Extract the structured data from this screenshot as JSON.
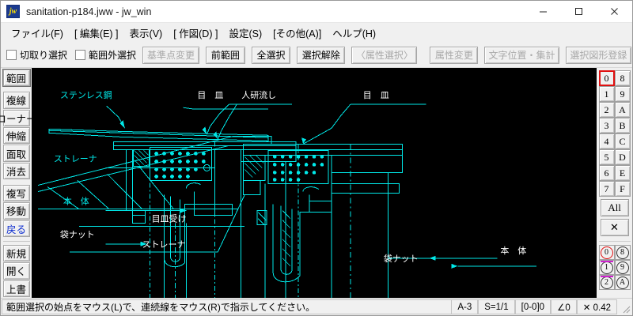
{
  "window": {
    "title": "sanitation-p184.jww - jw_win",
    "icon": "jw",
    "controls": [
      {
        "name": "minimize-button",
        "glyph": "minimize"
      },
      {
        "name": "maximize-button",
        "glyph": "maximize"
      },
      {
        "name": "close-button",
        "glyph": "close"
      }
    ]
  },
  "menubar": {
    "items": [
      {
        "label": "ファイル(F)",
        "key": "F"
      },
      {
        "label": "[ 編集(E) ]",
        "key": "E"
      },
      {
        "label": "表示(V)",
        "key": "V"
      },
      {
        "label": "[ 作図(D) ]",
        "key": "D"
      },
      {
        "label": "設定(S)",
        "key": "S"
      },
      {
        "label": "[その他(A)]",
        "key": "A"
      },
      {
        "label": "ヘルプ(H)",
        "key": "H"
      }
    ]
  },
  "toolbar": {
    "checkboxes": [
      {
        "label": "切取り選択",
        "checked": false
      },
      {
        "label": "範囲外選択",
        "checked": false
      }
    ],
    "buttons": [
      {
        "label": "基準点変更",
        "disabled": true
      },
      {
        "label": "前範囲",
        "disabled": false
      },
      {
        "label": "全選択",
        "disabled": false
      },
      {
        "label": "選択解除",
        "disabled": false
      },
      {
        "label": "〈属性選択〉",
        "disabled": true
      },
      {
        "label": "属性変更",
        "disabled": true
      },
      {
        "label": "文字位置・集計",
        "disabled": true
      },
      {
        "label": "選択図形登録",
        "disabled": true
      }
    ]
  },
  "left_sidebar": {
    "groups": [
      [
        "範囲"
      ],
      [
        "複線",
        "コーナー",
        "伸縮",
        "面取",
        "消去"
      ],
      [
        "複写",
        "移動",
        "戻る"
      ],
      [
        "新規",
        "開く",
        "上書"
      ]
    ],
    "selected": "範囲",
    "accent_label": "戻る"
  },
  "right_sidebar": {
    "layer_rows": [
      [
        "0",
        "8"
      ],
      [
        "1",
        "9"
      ],
      [
        "2",
        "A"
      ],
      [
        "3",
        "B"
      ],
      [
        "4",
        "C"
      ],
      [
        "5",
        "D"
      ],
      [
        "6",
        "E"
      ],
      [
        "7",
        "F"
      ]
    ],
    "active_layer": "0",
    "all_label": "All",
    "close_label": "✕",
    "group_rows": [
      [
        "0",
        "8"
      ],
      [
        "1",
        "9"
      ],
      [
        "2",
        "A"
      ]
    ],
    "active_group": "0"
  },
  "canvas": {
    "background": "#000000",
    "line_color": "#00e8e8",
    "text_color_white": "#ffffff",
    "labels_left": [
      {
        "text": "ステンレス鋼",
        "color": "#00e8e8"
      },
      {
        "text": "目　皿",
        "color": "#ffffff"
      },
      {
        "text": "ストレーナ",
        "color": "#00e8e8"
      },
      {
        "text": "本　体",
        "color": "#00e8e8"
      },
      {
        "text": "袋ナット",
        "color": "#ffffff"
      }
    ],
    "labels_right": [
      {
        "text": "人研流し",
        "color": "#ffffff"
      },
      {
        "text": "目　皿",
        "color": "#ffffff"
      },
      {
        "text": "目皿受け",
        "color": "#ffffff"
      },
      {
        "text": "ストレーナ",
        "color": "#ffffff"
      },
      {
        "text": "本　体",
        "color": "#ffffff"
      },
      {
        "text": "袋ナット",
        "color": "#ffffff"
      }
    ]
  },
  "statusbar": {
    "message": "範囲選択の始点をマウス(L)で、連続線をマウス(R)で指示してください。",
    "cells": [
      {
        "name": "paper-size",
        "value": "A-3"
      },
      {
        "name": "scale",
        "value": "S=1/1"
      },
      {
        "name": "layer-indicator",
        "value": "[0-0]0"
      },
      {
        "name": "angle",
        "value": "∠0"
      },
      {
        "name": "zoom-factor",
        "value": "✕ 0.42"
      }
    ]
  }
}
